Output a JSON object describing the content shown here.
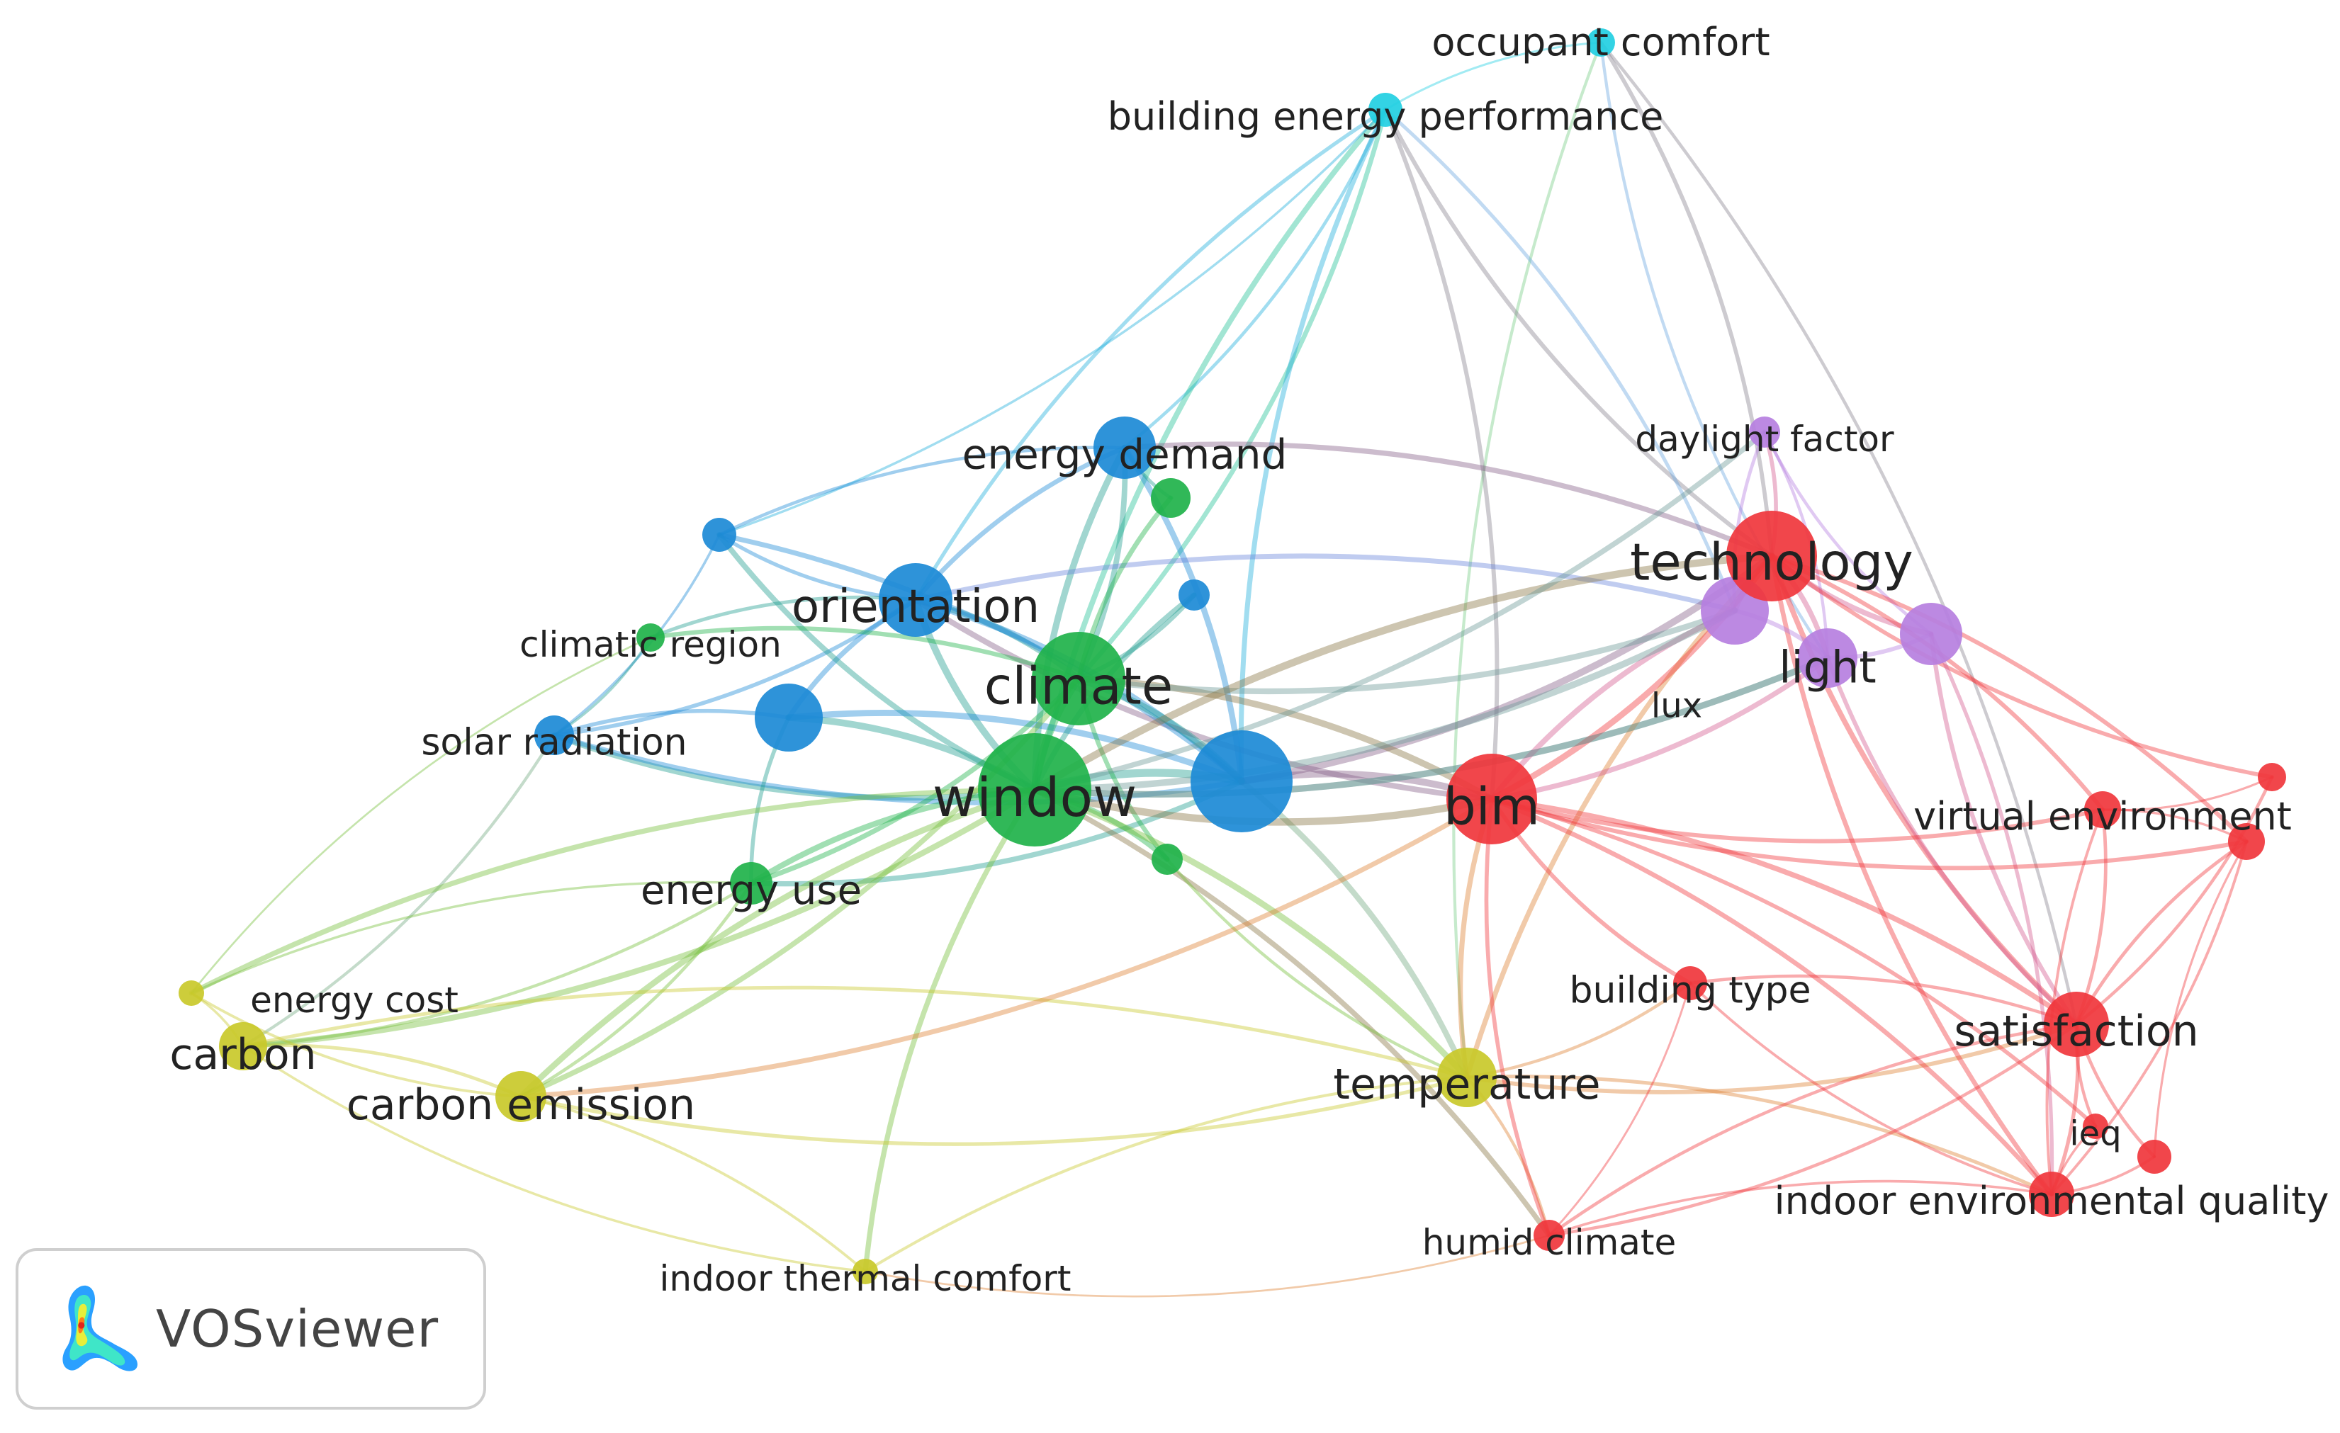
{
  "diagram": {
    "type": "network",
    "clusters": {
      "red": "#f0363c",
      "green": "#1fb24a",
      "blue": "#1c8ad6",
      "yellow": "#c9c92a",
      "purple": "#b67fe0",
      "cyan": "#22cfe2"
    },
    "nodes": [
      {
        "id": "occupant-comfort",
        "label": "occupant comfort",
        "cluster": "cyan",
        "weight": 1.0
      },
      {
        "id": "building-energy-performance",
        "label": "building energy performance",
        "cluster": "cyan",
        "weight": 1.2
      },
      {
        "id": "energy-demand",
        "label": "energy demand",
        "cluster": "blue",
        "weight": 2.1
      },
      {
        "id": "orientation",
        "label": "orientation",
        "cluster": "blue",
        "weight": 2.6
      },
      {
        "id": "solar-radiation",
        "label": "solar radiation",
        "cluster": "blue",
        "weight": 1.4
      },
      {
        "id": "blue-unlabeled-1",
        "label": "",
        "cluster": "blue",
        "weight": 1.2
      },
      {
        "id": "blue-unlabeled-2",
        "label": "",
        "cluster": "blue",
        "weight": 1.0
      },
      {
        "id": "blue-unlabeled-3",
        "label": "",
        "cluster": "blue",
        "weight": 2.5
      },
      {
        "id": "blue-unlabeled-4",
        "label": "",
        "cluster": "blue",
        "weight": 3.8
      },
      {
        "id": "climate",
        "label": "climate",
        "cluster": "green",
        "weight": 3.5
      },
      {
        "id": "window",
        "label": "window",
        "cluster": "green",
        "weight": 4.3
      },
      {
        "id": "climatic-region",
        "label": "climatic region",
        "cluster": "green",
        "weight": 1.0
      },
      {
        "id": "energy-use",
        "label": "energy use",
        "cluster": "green",
        "weight": 1.5
      },
      {
        "id": "green-unlabeled-1",
        "label": "",
        "cluster": "green",
        "weight": 1.4
      },
      {
        "id": "green-unlabeled-2",
        "label": "",
        "cluster": "green",
        "weight": 1.1
      },
      {
        "id": "energy-cost",
        "label": "energy cost",
        "cluster": "yellow",
        "weight": 0.9
      },
      {
        "id": "carbon",
        "label": "carbon",
        "cluster": "yellow",
        "weight": 1.6
      },
      {
        "id": "carbon-emission",
        "label": "carbon emission",
        "cluster": "yellow",
        "weight": 1.8
      },
      {
        "id": "temperature",
        "label": "temperature",
        "cluster": "yellow",
        "weight": 2.0
      },
      {
        "id": "indoor-thermal-comfort",
        "label": "indoor thermal comfort",
        "cluster": "yellow",
        "weight": 0.9
      },
      {
        "id": "daylight-factor",
        "label": "daylight factor",
        "cluster": "purple",
        "weight": 1.0
      },
      {
        "id": "lux",
        "label": "lux",
        "cluster": "purple",
        "weight": 2.4
      },
      {
        "id": "light",
        "label": "light",
        "cluster": "purple",
        "weight": 2.1
      },
      {
        "id": "purple-unlabeled-1",
        "label": "",
        "cluster": "purple",
        "weight": 2.2
      },
      {
        "id": "technology",
        "label": "technology",
        "cluster": "red",
        "weight": 3.1
      },
      {
        "id": "bim",
        "label": "bim",
        "cluster": "red",
        "weight": 3.1
      },
      {
        "id": "virtual-environment",
        "label": "virtual environment",
        "cluster": "red",
        "weight": 1.2
      },
      {
        "id": "red-unlabeled-1",
        "label": "",
        "cluster": "red",
        "weight": 1.0
      },
      {
        "id": "red-unlabeled-2",
        "label": "",
        "cluster": "red",
        "weight": 1.2
      },
      {
        "id": "building-type",
        "label": "building type",
        "cluster": "red",
        "weight": 1.1
      },
      {
        "id": "satisfaction",
        "label": "satisfaction",
        "cluster": "red",
        "weight": 2.2
      },
      {
        "id": "ieq",
        "label": "ieq",
        "cluster": "red",
        "weight": 0.9
      },
      {
        "id": "red-unlabeled-3",
        "label": "",
        "cluster": "red",
        "weight": 1.1
      },
      {
        "id": "indoor-environmental-quality",
        "label": "indoor environmental quality",
        "cluster": "red",
        "weight": 1.6
      },
      {
        "id": "humid-climate",
        "label": "humid climate",
        "cluster": "red",
        "weight": 1.0
      }
    ],
    "links": [
      [
        "occupant-comfort",
        "building-energy-performance"
      ],
      [
        "occupant-comfort",
        "technology"
      ],
      [
        "occupant-comfort",
        "light"
      ],
      [
        "occupant-comfort",
        "satisfaction"
      ],
      [
        "occupant-comfort",
        "temperature"
      ],
      [
        "building-energy-performance",
        "energy-demand"
      ],
      [
        "building-energy-performance",
        "orientation"
      ],
      [
        "building-energy-performance",
        "climate"
      ],
      [
        "building-energy-performance",
        "window"
      ],
      [
        "building-energy-performance",
        "blue-unlabeled-1"
      ],
      [
        "building-energy-performance",
        "technology"
      ],
      [
        "building-energy-performance",
        "bim"
      ],
      [
        "building-energy-performance",
        "blue-unlabeled-4"
      ],
      [
        "building-energy-performance",
        "lux"
      ],
      [
        "energy-demand",
        "orientation"
      ],
      [
        "energy-demand",
        "climate"
      ],
      [
        "energy-demand",
        "window"
      ],
      [
        "energy-demand",
        "blue-unlabeled-4"
      ],
      [
        "energy-demand",
        "green-unlabeled-1"
      ],
      [
        "energy-demand",
        "technology"
      ],
      [
        "energy-demand",
        "blue-unlabeled-1"
      ],
      [
        "orientation",
        "climate"
      ],
      [
        "orientation",
        "window"
      ],
      [
        "orientation",
        "solar-radiation"
      ],
      [
        "orientation",
        "blue-unlabeled-3"
      ],
      [
        "orientation",
        "blue-unlabeled-1"
      ],
      [
        "orientation",
        "climatic-region"
      ],
      [
        "orientation",
        "blue-unlabeled-4"
      ],
      [
        "orientation",
        "bim"
      ],
      [
        "orientation",
        "lux"
      ],
      [
        "solar-radiation",
        "blue-unlabeled-1"
      ],
      [
        "solar-radiation",
        "blue-unlabeled-3"
      ],
      [
        "solar-radiation",
        "window"
      ],
      [
        "solar-radiation",
        "carbon"
      ],
      [
        "solar-radiation",
        "blue-unlabeled-4"
      ],
      [
        "blue-unlabeled-1",
        "blue-unlabeled-4"
      ],
      [
        "blue-unlabeled-1",
        "window"
      ],
      [
        "blue-unlabeled-3",
        "window"
      ],
      [
        "blue-unlabeled-3",
        "energy-use"
      ],
      [
        "blue-unlabeled-3",
        "blue-unlabeled-4"
      ],
      [
        "blue-unlabeled-2",
        "window"
      ],
      [
        "blue-unlabeled-2",
        "climate"
      ],
      [
        "blue-unlabeled-4",
        "window"
      ],
      [
        "blue-unlabeled-4",
        "bim"
      ],
      [
        "blue-unlabeled-4",
        "climate"
      ],
      [
        "blue-unlabeled-4",
        "temperature"
      ],
      [
        "blue-unlabeled-4",
        "technology"
      ],
      [
        "blue-unlabeled-4",
        "energy-use"
      ],
      [
        "climate",
        "window"
      ],
      [
        "climate",
        "green-unlabeled-1"
      ],
      [
        "climate",
        "climatic-region"
      ],
      [
        "climate",
        "energy-use"
      ],
      [
        "climate",
        "green-unlabeled-2"
      ],
      [
        "climate",
        "bim"
      ],
      [
        "climate",
        "lux"
      ],
      [
        "climate",
        "carbon-emission"
      ],
      [
        "window",
        "energy-use"
      ],
      [
        "window",
        "green-unlabeled-2"
      ],
      [
        "window",
        "carbon-emission"
      ],
      [
        "window",
        "carbon"
      ],
      [
        "window",
        "energy-cost"
      ],
      [
        "window",
        "temperature"
      ],
      [
        "window",
        "bim"
      ],
      [
        "window",
        "technology"
      ],
      [
        "window",
        "indoor-thermal-comfort"
      ],
      [
        "window",
        "humid-climate"
      ],
      [
        "window",
        "light"
      ],
      [
        "climatic-region",
        "solar-radiation"
      ],
      [
        "climatic-region",
        "energy-cost"
      ],
      [
        "energy-use",
        "carbon-emission"
      ],
      [
        "energy-use",
        "energy-cost"
      ],
      [
        "energy-use",
        "carbon"
      ],
      [
        "green-unlabeled-2",
        "temperature"
      ],
      [
        "energy-cost",
        "carbon"
      ],
      [
        "energy-cost",
        "carbon-emission"
      ],
      [
        "carbon",
        "carbon-emission"
      ],
      [
        "carbon",
        "indoor-thermal-comfort"
      ],
      [
        "carbon",
        "temperature"
      ],
      [
        "carbon-emission",
        "temperature"
      ],
      [
        "carbon-emission",
        "indoor-thermal-comfort"
      ],
      [
        "carbon-emission",
        "bim"
      ],
      [
        "temperature",
        "bim"
      ],
      [
        "temperature",
        "building-type"
      ],
      [
        "temperature",
        "humid-climate"
      ],
      [
        "temperature",
        "satisfaction"
      ],
      [
        "temperature",
        "indoor-environmental-quality"
      ],
      [
        "temperature",
        "indoor-thermal-comfort"
      ],
      [
        "temperature",
        "technology"
      ],
      [
        "indoor-thermal-comfort",
        "humid-climate"
      ],
      [
        "daylight-factor",
        "technology"
      ],
      [
        "daylight-factor",
        "lux"
      ],
      [
        "daylight-factor",
        "light"
      ],
      [
        "daylight-factor",
        "purple-unlabeled-1"
      ],
      [
        "daylight-factor",
        "window"
      ],
      [
        "technology",
        "lux"
      ],
      [
        "technology",
        "light"
      ],
      [
        "technology",
        "purple-unlabeled-1"
      ],
      [
        "technology",
        "bim"
      ],
      [
        "technology",
        "satisfaction"
      ],
      [
        "technology",
        "virtual-environment"
      ],
      [
        "technology",
        "red-unlabeled-1"
      ],
      [
        "technology",
        "red-unlabeled-2"
      ],
      [
        "technology",
        "indoor-environmental-quality"
      ],
      [
        "lux",
        "light"
      ],
      [
        "lux",
        "bim"
      ],
      [
        "lux",
        "window"
      ],
      [
        "light",
        "purple-unlabeled-1"
      ],
      [
        "light",
        "bim"
      ],
      [
        "light",
        "satisfaction"
      ],
      [
        "light",
        "window"
      ],
      [
        "purple-unlabeled-1",
        "satisfaction"
      ],
      [
        "purple-unlabeled-1",
        "indoor-environmental-quality"
      ],
      [
        "bim",
        "building-type"
      ],
      [
        "bim",
        "satisfaction"
      ],
      [
        "bim",
        "virtual-environment"
      ],
      [
        "bim",
        "indoor-environmental-quality"
      ],
      [
        "bim",
        "humid-climate"
      ],
      [
        "bim",
        "ieq"
      ],
      [
        "bim",
        "red-unlabeled-2"
      ],
      [
        "virtual-environment",
        "satisfaction"
      ],
      [
        "virtual-environment",
        "red-unlabeled-1"
      ],
      [
        "virtual-environment",
        "red-unlabeled-2"
      ],
      [
        "virtual-environment",
        "indoor-environmental-quality"
      ],
      [
        "red-unlabeled-1",
        "satisfaction"
      ],
      [
        "red-unlabeled-2",
        "satisfaction"
      ],
      [
        "red-unlabeled-2",
        "indoor-environmental-quality"
      ],
      [
        "red-unlabeled-2",
        "red-unlabeled-3"
      ],
      [
        "building-type",
        "satisfaction"
      ],
      [
        "building-type",
        "indoor-environmental-quality"
      ],
      [
        "building-type",
        "humid-climate"
      ],
      [
        "satisfaction",
        "ieq"
      ],
      [
        "satisfaction",
        "indoor-environmental-quality"
      ],
      [
        "satisfaction",
        "red-unlabeled-3"
      ],
      [
        "satisfaction",
        "humid-climate"
      ],
      [
        "ieq",
        "indoor-environmental-quality"
      ],
      [
        "red-unlabeled-3",
        "indoor-environmental-quality"
      ],
      [
        "indoor-environmental-quality",
        "humid-climate"
      ],
      [
        "humid-climate",
        "satisfaction"
      ]
    ]
  },
  "badge": {
    "label": "VOSviewer",
    "logo_icon": "vosviewer-heatmap-logo"
  }
}
